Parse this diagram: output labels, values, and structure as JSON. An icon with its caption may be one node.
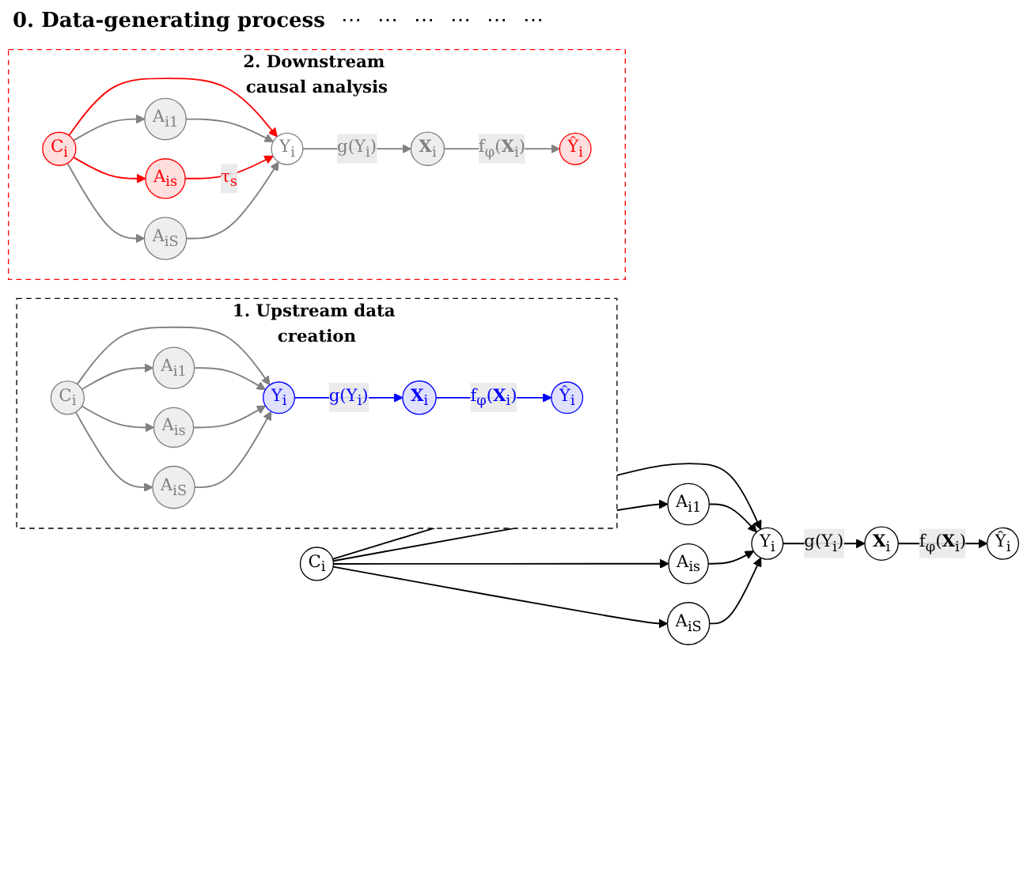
{
  "diagram": {
    "nodes": [
      {
        "text": [
          "C$_{i}$"
        ]
      },
      {
        "text": [
          "A$_{i1}$"
        ]
      },
      {
        "text": [
          "A$_{is}$"
        ]
      },
      {
        "text": [
          "A$_{iS}$"
        ]
      },
      {
        "text": [
          "Y$_{i}$"
        ]
      },
      {
        "text": [
          "**X**$_{i}$"
        ]
      },
      {
        "text": [
          "Ŷ$_{i}$"
        ]
      },
      {
        "text": [
          "1. Upstream data creation"
        ]
      },
      {
        "text": [
          "C$_{i}$"
        ],
        "in": 7
      },
      {
        "text": [
          "A$_{i1}$"
        ],
        "in": 7
      },
      {
        "text": [
          "A$_{is}$"
        ],
        "in": 7
      },
      {
        "text": [
          "A$_{iS}$"
        ],
        "in": 7
      },
      {
        "text": [
          "Y$_{i}$"
        ],
        "in": 7
      },
      {
        "text": [
          "**X**$_{i}$"
        ],
        "in": 7
      },
      {
        "text": [
          "Ŷ$_{i}$"
        ],
        "in": 7
      },
      {
        "text": [
          "2. Downstream causal analysis"
        ]
      },
      {
        "text": [
          "C$_{i}$"
        ],
        "in": 15
      },
      {
        "text": [
          "A$_{i1}$"
        ],
        "in": 15
      },
      {
        "text": [
          "A$_{is}$"
        ],
        "in": 15
      },
      {
        "text": [
          "A$_{iS}$"
        ],
        "in": 15
      },
      {
        "text": [
          "Y$_{i}$"
        ],
        "in": 15
      },
      {
        "text": [
          "**X**$_{i}$"
        ],
        "in": 15
      },
      {
        "text": [
          "Ŷ$_{i}$"
        ],
        "in": 15
      }
    ],
    "edges": [
      {
        "from": 0,
        "to": 1,
        "arrow": "to",
        "color": "#000000"
      },
      {
        "from": 0,
        "to": 2,
        "arrow": "to",
        "color": "#000000"
      },
      {
        "from": 0,
        "to": 3,
        "arrow": "to",
        "color": "#000000"
      },
      {
        "from": 0,
        "to": 4,
        "arrow": "to",
        "color": "#000000"
      },
      {
        "from": 1,
        "to": 4,
        "arrow": "to",
        "color": "#000000"
      },
      {
        "from": 2,
        "to": 4,
        "arrow": "to",
        "color": "#000000"
      },
      {
        "from": 3,
        "to": 4,
        "arrow": "to",
        "color": "#000000"
      },
      {
        "from": 4,
        "to": 5,
        "arrow": "to",
        "label": "g(Y$_{i}$)",
        "color": "#000000"
      },
      {
        "from": 5,
        "to": 6,
        "arrow": "to",
        "label": "f$_{φ}$(**X**$_{i}$)",
        "color": "#000000"
      },
      {
        "from": 8,
        "to": 9,
        "arrow": "to"
      },
      {
        "from": 8,
        "to": 10,
        "arrow": "to"
      },
      {
        "from": 8,
        "to": 11,
        "arrow": "to"
      },
      {
        "from": 8,
        "to": 12,
        "arrow": "to"
      },
      {
        "from": 9,
        "to": 12,
        "arrow": "to"
      },
      {
        "from": 10,
        "to": 12,
        "arrow": "to"
      },
      {
        "from": 11,
        "to": 12,
        "arrow": "to"
      },
      {
        "from": 12,
        "to": 13,
        "arrow": "to",
        "label": "g(Y$_{i}$)",
        "color": "#0000ff"
      },
      {
        "from": 13,
        "to": 14,
        "arrow": "to",
        "label": "f$_{φ}$(**X**$_{i}$)",
        "color": "#0000ff"
      },
      {
        "from": 16,
        "to": 17,
        "arrow": "to"
      },
      {
        "from": 16,
        "to": 18,
        "arrow": "to",
        "color": "#ff0000"
      },
      {
        "from": 16,
        "to": 19,
        "arrow": "to"
      },
      {
        "from": 16,
        "to": 20,
        "arrow": "to",
        "color": "#ff0000"
      },
      {
        "from": 17,
        "to": 20,
        "arrow": "to"
      },
      {
        "from": 18,
        "to": 20,
        "arrow": "to",
        "label": "τ$_{s}$",
        "color": "#ff0000"
      },
      {
        "from": 19,
        "to": 20,
        "arrow": "to"
      },
      {
        "from": 20,
        "to": 21,
        "arrow": "to",
        "label": "g(Y$_{i}$)"
      },
      {
        "from": 21,
        "to": 22,
        "arrow": "to",
        "label": "f$_{φ}$(**X**$_{i}$)"
      }
    ],
    "labels": [
      "0. Data-generating process",
      "⋯",
      "⋯",
      "⋯",
      "⋯",
      "⋯",
      "⋯"
    ]
  }
}
